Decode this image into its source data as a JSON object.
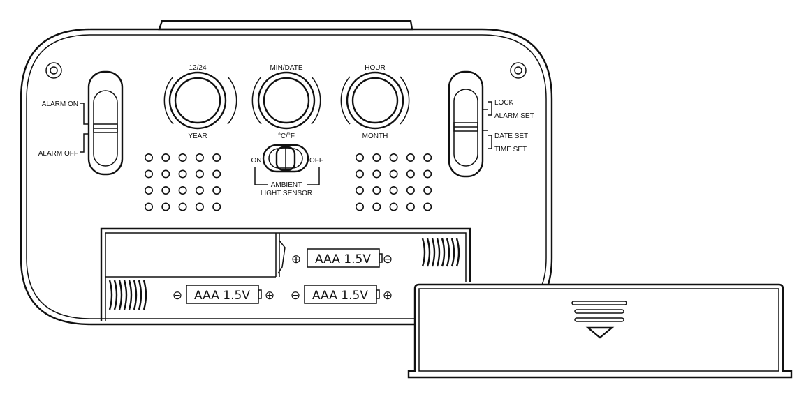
{
  "labels": {
    "alarm_on": "ALARM ON",
    "alarm_off": "ALARM OFF",
    "knob1_top": "12/24",
    "knob1_bottom": "YEAR",
    "knob2_top": "MIN/DATE",
    "knob2_bottom": "°C/°F",
    "knob3_top": "HOUR",
    "knob3_bottom": "MONTH",
    "sensor_on": "ON",
    "sensor_off": "OFF",
    "sensor_title_line1": "AMBIENT",
    "sensor_title_line2": "LIGHT SENSOR",
    "lock": "LOCK",
    "alarm_set": "ALARM SET",
    "date_set": "DATE SET",
    "time_set": "TIME SET"
  },
  "batteries": [
    {
      "label": "AAA 1.5V",
      "left_terminal": "⊕",
      "right_terminal": "⊖"
    },
    {
      "label": "AAA 1.5V",
      "left_terminal": "⊖",
      "right_terminal": "⊕"
    },
    {
      "label": "AAA 1.5V",
      "left_terminal": "⊖",
      "right_terminal": "⊕"
    }
  ],
  "colors": {
    "line": "#111111",
    "background": "#ffffff"
  }
}
